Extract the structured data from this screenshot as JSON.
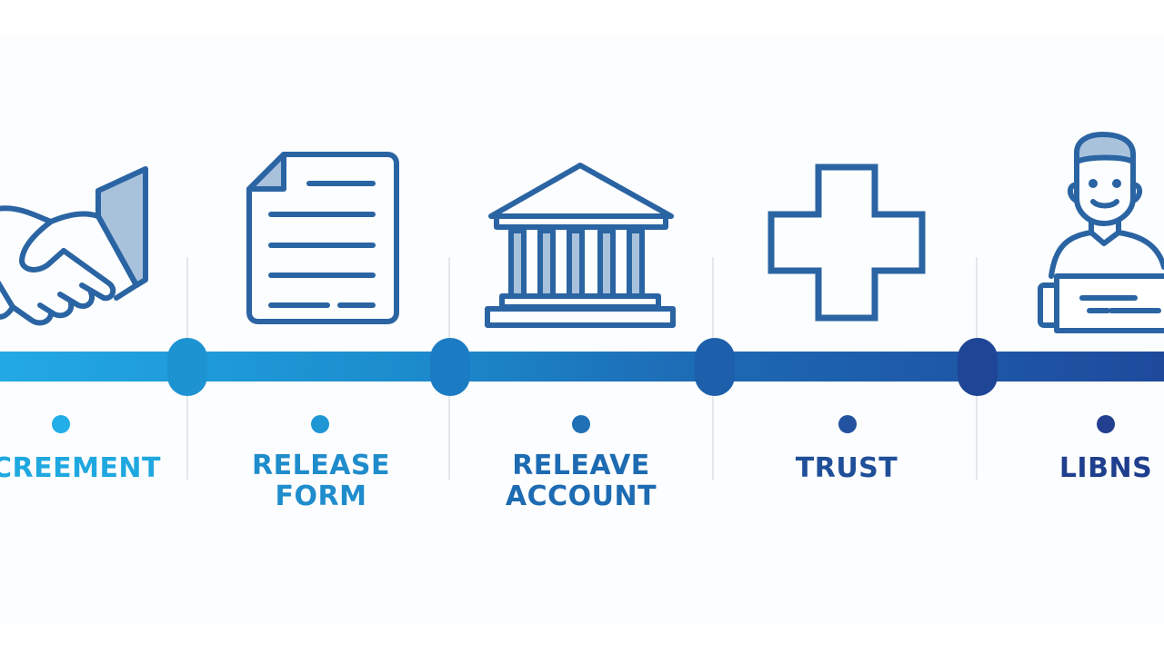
{
  "steps": [
    {
      "label_lines": [
        "CREEMENT"
      ],
      "icon": "handshake-icon",
      "color": "#1fa8e0"
    },
    {
      "label_lines": [
        "RELEASE",
        "FORM"
      ],
      "icon": "document-icon",
      "color": "#1f8ccc"
    },
    {
      "label_lines": [
        "RELEAVE",
        "ACCOUNT"
      ],
      "icon": "bank-building-icon",
      "color": "#1d6bb2"
    },
    {
      "label_lines": [
        "TRUST"
      ],
      "icon": "medical-cross-icon",
      "color": "#1f4f99"
    },
    {
      "label_lines": [
        "LIBNS"
      ],
      "icon": "person-at-desk-icon",
      "color": "#1f3f8e"
    }
  ],
  "colors": {
    "icon_stroke": "#2a64a3",
    "icon_fill_light": "#a9c2dc",
    "track_start": "#22a9e4",
    "track_end": "#1e4a9c",
    "divider": "#e4e7ec"
  }
}
